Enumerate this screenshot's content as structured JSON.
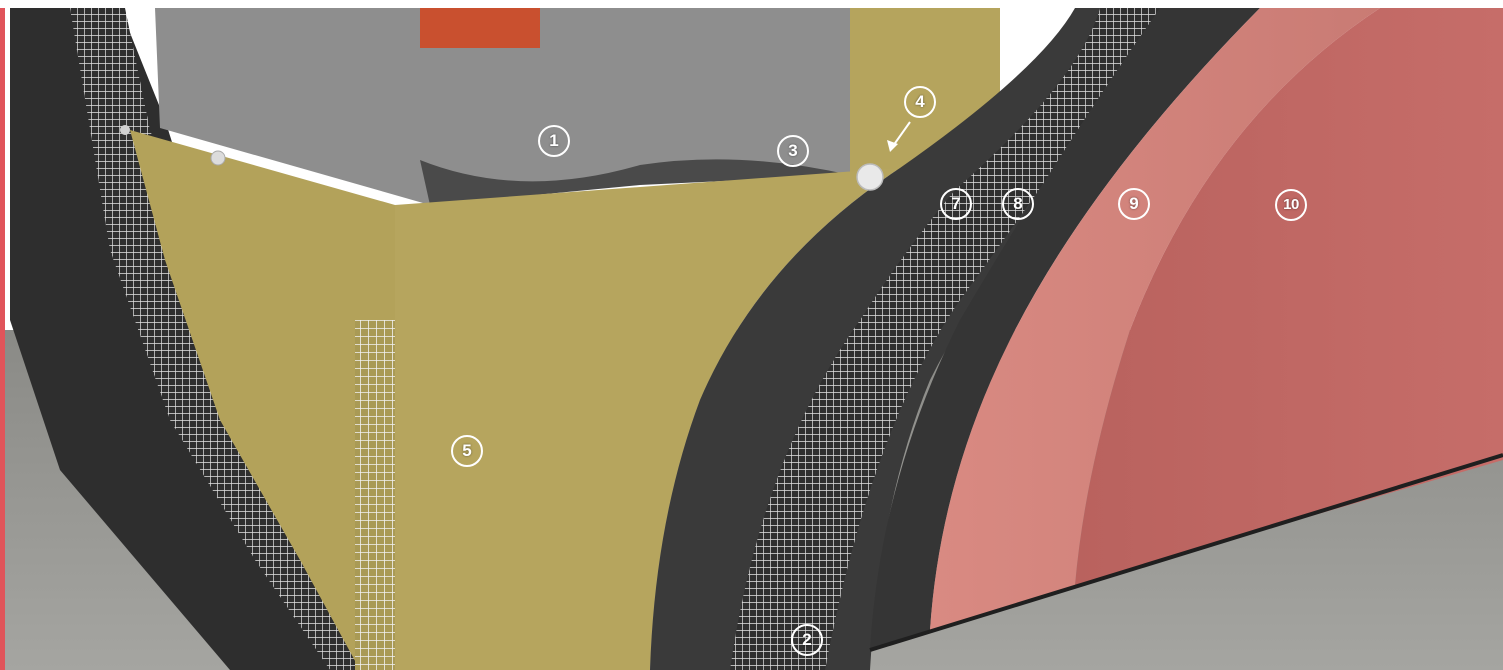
{
  "markers": {
    "m1": "1",
    "m2": "2",
    "m3": "3",
    "m4": "4",
    "m5": "5",
    "m7": "7",
    "m8": "8",
    "m9": "9",
    "m10": "10"
  },
  "colors": {
    "masonry_brick": "#d2553a",
    "base_render": "#8f8f8f",
    "adhesive_mortar": "#3a3a3a",
    "mineral_wool": "#b8a65c",
    "reinforcement_mesh": "#e6e6e6",
    "primer": "#d4837a",
    "finish_render": "#c96a66",
    "accent_edge": "#e0545a",
    "ground": "#9a9a96"
  }
}
